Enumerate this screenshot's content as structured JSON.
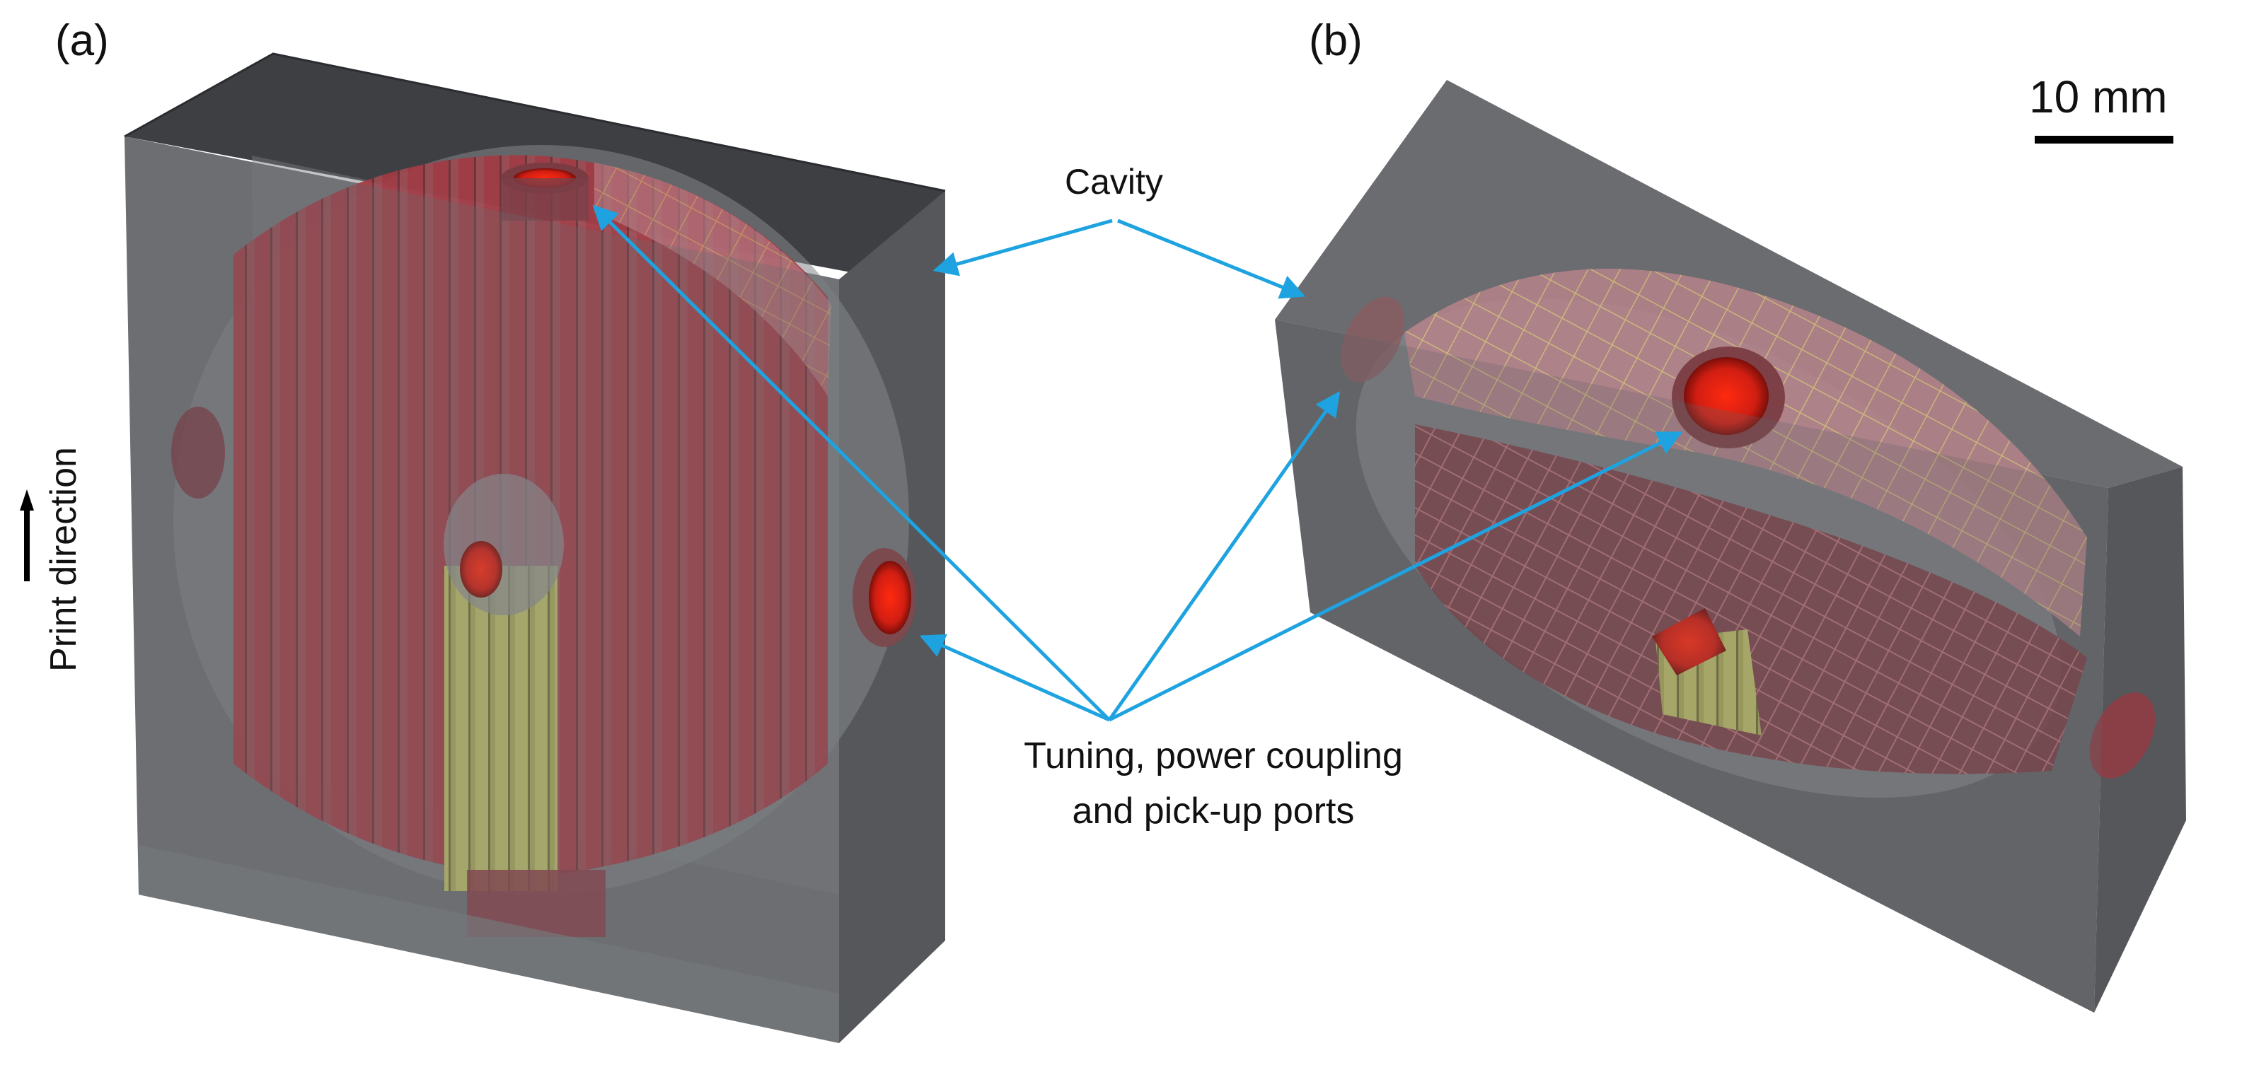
{
  "labels": {
    "panel_a": "(a)",
    "panel_b": "(b)",
    "cavity": "Cavity",
    "ports_line1": "Tuning, power coupling",
    "ports_line2": "and pick-up ports",
    "scale": "10 mm",
    "print_direction": "Print direction"
  },
  "colors": {
    "arrow": "#1ea3e0",
    "housing": "#6b6d71",
    "housing_dark": "#3a3c40",
    "lattice_red": "#a03a45",
    "lattice_yellow": "#b9b968",
    "port_red": "#e0200f"
  }
}
